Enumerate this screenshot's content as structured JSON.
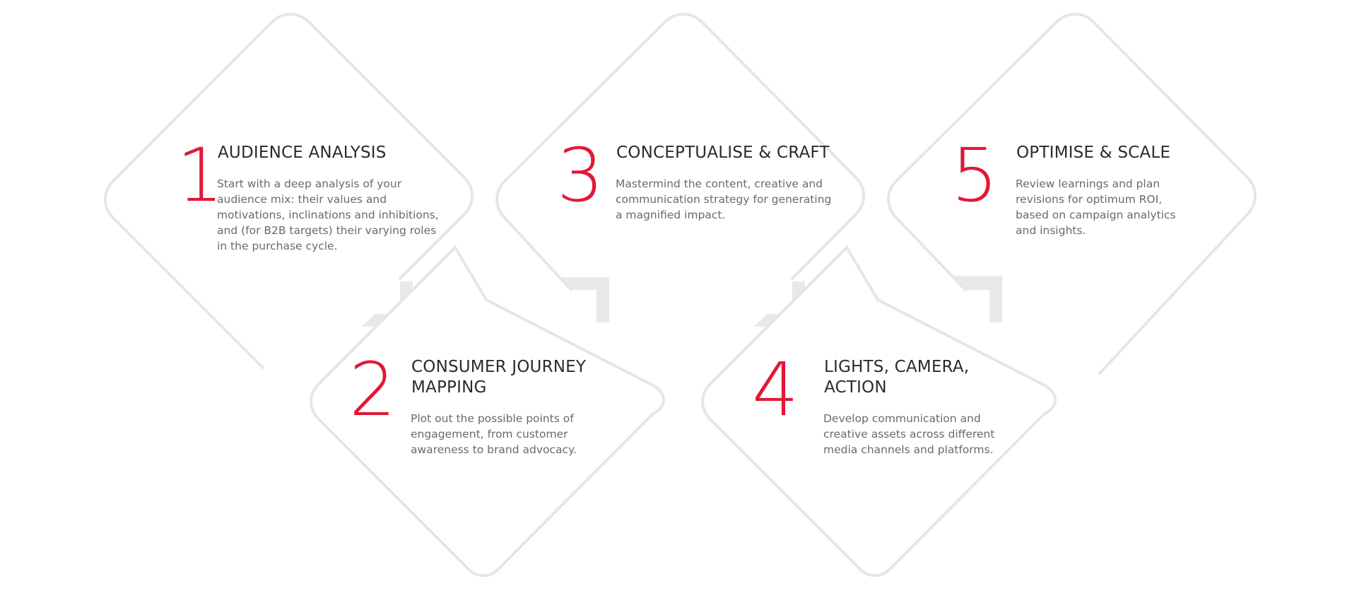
{
  "steps": [
    {
      "number": "1",
      "title_lines": [
        "AUDIENCE ANALYSIS"
      ],
      "description_lines": [
        "Start with a deep analysis of your",
        "audience mix: their values and",
        "motivations, inclinations and inhibitions,",
        "and (for B2B targets) their varying roles",
        "in the purchase cycle."
      ]
    },
    {
      "number": "2",
      "title_lines": [
        "CONSUMER JOURNEY",
        "MAPPING"
      ],
      "description_lines": [
        "Plot out the possible points of",
        "engagement, from customer",
        "awareness to brand advocacy."
      ]
    },
    {
      "number": "3",
      "title_lines": [
        "CONCEPTUALISE & CRAFT"
      ],
      "description_lines": [
        "Mastermind the content, creative and",
        "communication strategy for generating",
        "a magnified impact."
      ]
    },
    {
      "number": "4",
      "title_lines": [
        "LIGHTS, CAMERA,",
        "ACTION"
      ],
      "description_lines": [
        "Develop communication and",
        "creative assets across different",
        "media channels and platforms."
      ]
    },
    {
      "number": "5",
      "title_lines": [
        "OPTIMISE & SCALE"
      ],
      "description_lines": [
        "Review learnings and plan",
        "revisions for optimum ROI,",
        "based on campaign analytics",
        "and insights."
      ]
    }
  ],
  "colors": {
    "accent": "#e21837",
    "title": "#2b2b2b",
    "text": "#6a6a6a",
    "outline": "#e6e6e6"
  }
}
